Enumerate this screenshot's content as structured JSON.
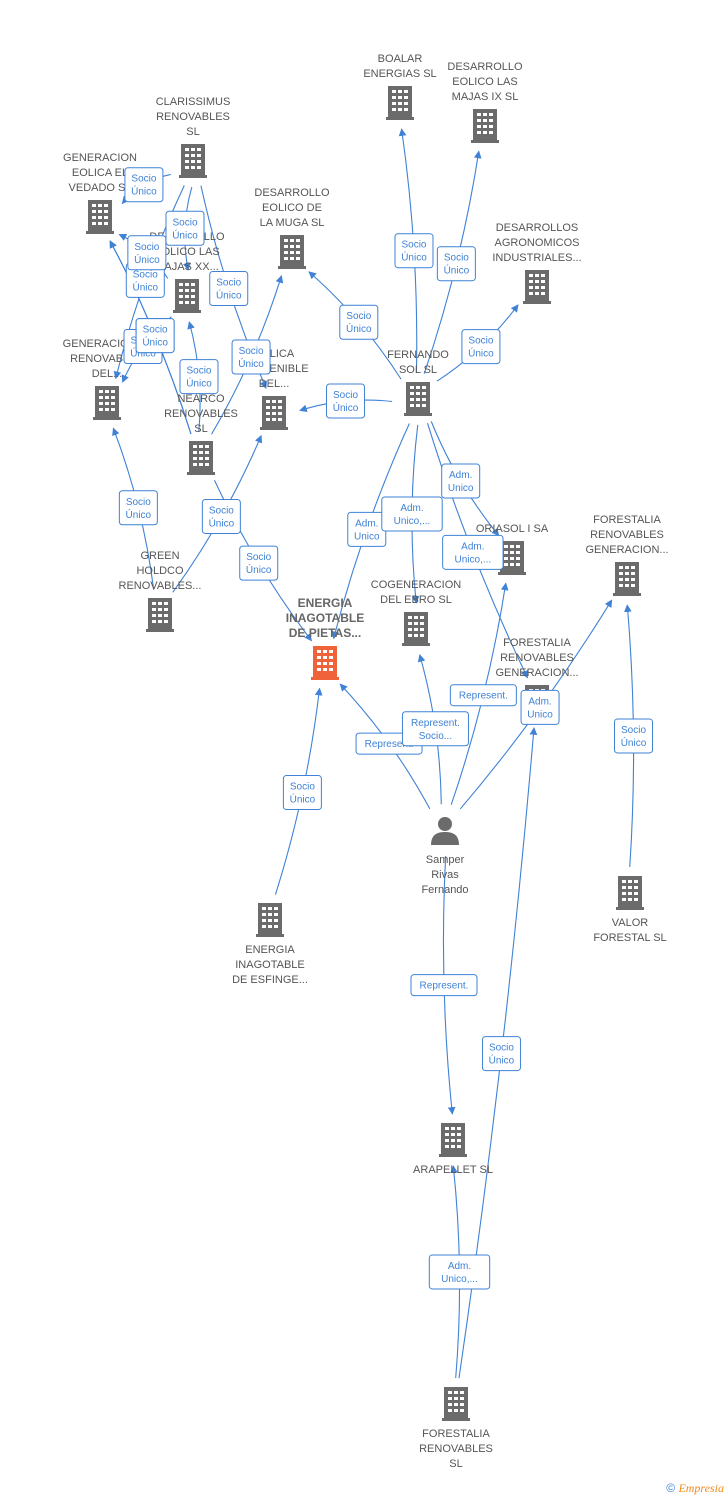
{
  "nodes": [
    {
      "id": "boalar",
      "label": [
        "BOALAR",
        "ENERGIAS  SL"
      ],
      "type": "company"
    },
    {
      "id": "majas",
      "label": [
        "DESARROLLO",
        "EOLICO LAS",
        "MAJAS IX  SL"
      ],
      "type": "company"
    },
    {
      "id": "clarissimus",
      "label": [
        "CLARISSIMUS",
        "RENOVABLES",
        "SL"
      ],
      "type": "company"
    },
    {
      "id": "vedado",
      "label": [
        "GENERACION",
        "EOLICA EL",
        "VEDADO SL"
      ],
      "type": "company"
    },
    {
      "id": "muga",
      "label": [
        "DESARROLLO",
        "EOLICO DE",
        "LA MUGA SL"
      ],
      "type": "company"
    },
    {
      "id": "agronomicos",
      "label": [
        "DESARROLLOS",
        "AGRONOMICOS",
        "INDUSTRIALES..."
      ],
      "type": "company"
    },
    {
      "id": "xx",
      "label": [
        "DESARROLLO",
        "EOLICO LAS",
        "MAJAS XX..."
      ],
      "type": "company"
    },
    {
      "id": "generaciones",
      "label": [
        "GENERACIONES",
        "RENOVABLES",
        "DEL..."
      ],
      "type": "company"
    },
    {
      "id": "eolica_sost",
      "label": [
        "EOLICA",
        "SOSTENIBLE",
        "DEL..."
      ],
      "type": "company"
    },
    {
      "id": "fernando",
      "label": [
        "FERNANDO",
        "SOL SL"
      ],
      "type": "company"
    },
    {
      "id": "nearco",
      "label": [
        "NEARCO",
        "RENOVABLES",
        "SL"
      ],
      "type": "company"
    },
    {
      "id": "green",
      "label": [
        "GREEN",
        "HOLDCO",
        "RENOVABLES..."
      ],
      "type": "company"
    },
    {
      "id": "energia_pietas",
      "label": [
        "ENERGIA",
        "INAGOTABLE",
        "DE PIETAS..."
      ],
      "type": "focus"
    },
    {
      "id": "cogeneracion",
      "label": [
        "COGENERACION",
        "DEL EBRO  SL"
      ],
      "type": "company"
    },
    {
      "id": "oriasol",
      "label": [
        "ORIASOL I SA"
      ],
      "type": "company"
    },
    {
      "id": "forestalia_gen1",
      "label": [
        "FORESTALIA",
        "RENOVABLES",
        "GENERACION..."
      ],
      "type": "company"
    },
    {
      "id": "forestalia_gen2",
      "label": [
        "FORESTALIA",
        "RENOVABLES",
        "GENERACION..."
      ],
      "type": "company"
    },
    {
      "id": "samper",
      "label": [
        "Samper",
        "Rivas",
        "Fernando"
      ],
      "type": "person"
    },
    {
      "id": "valor",
      "label": [
        "VALOR",
        "FORESTAL SL"
      ],
      "type": "company"
    },
    {
      "id": "esfinge",
      "label": [
        "ENERGIA",
        "INAGOTABLE",
        "DE ESFINGE..."
      ],
      "type": "company"
    },
    {
      "id": "arapellet",
      "label": [
        "ARAPELLET  SL"
      ],
      "type": "company"
    },
    {
      "id": "forestalia_sl",
      "label": [
        "FORESTALIA",
        "RENOVABLES",
        "SL"
      ],
      "type": "company"
    }
  ],
  "edges": [
    {
      "from": "fernando",
      "to": "boalar",
      "label": [
        "Socio",
        "Único"
      ]
    },
    {
      "from": "fernando",
      "to": "majas",
      "label": [
        "Socio",
        "Único"
      ]
    },
    {
      "from": "fernando",
      "to": "agronomicos",
      "label": [
        "Socio",
        "Único"
      ]
    },
    {
      "from": "fernando",
      "to": "muga",
      "label": [
        "Socio",
        "Único"
      ]
    },
    {
      "from": "fernando",
      "to": "eolica_sost",
      "label": [
        "Socio",
        "Único"
      ]
    },
    {
      "from": "fernando",
      "to": "energia_pietas",
      "label": [
        "Adm.",
        "Unico"
      ]
    },
    {
      "from": "fernando",
      "to": "cogeneracion",
      "label": [
        "Adm.",
        "Unico,..."
      ]
    },
    {
      "from": "fernando",
      "to": "oriasol",
      "label": [
        "Adm.",
        "Unico"
      ]
    },
    {
      "from": "fernando",
      "to": "forestalia_gen2",
      "label": [
        "Adm.",
        "Unico,..."
      ]
    },
    {
      "from": "clarissimus",
      "to": "vedado",
      "label": [
        "Socio",
        "Único"
      ]
    },
    {
      "from": "clarissimus",
      "to": "xx",
      "label": [
        "Socio",
        "Único"
      ]
    },
    {
      "from": "clarissimus",
      "to": "generaciones",
      "label": [
        "Socio",
        "Único"
      ]
    },
    {
      "from": "clarissimus",
      "to": "eolica_sost",
      "label": [
        "Socio",
        "Único"
      ]
    },
    {
      "from": "xx",
      "to": "vedado",
      "label": [
        "Socio",
        "Único"
      ]
    },
    {
      "from": "xx",
      "to": "generaciones",
      "label": [
        "Socio",
        "Único"
      ]
    },
    {
      "from": "nearco",
      "to": "muga",
      "label": [
        "Socio",
        "Único"
      ]
    },
    {
      "from": "nearco",
      "to": "xx",
      "label": [
        "Socio",
        "Único"
      ]
    },
    {
      "from": "nearco",
      "to": "vedado",
      "label": [
        "Socio",
        "Único"
      ]
    },
    {
      "from": "green",
      "to": "generaciones",
      "label": [
        "Socio",
        "Único"
      ]
    },
    {
      "from": "green",
      "to": "eolica_sost",
      "label": [
        "Socio",
        "Único"
      ]
    },
    {
      "from": "nearco",
      "to": "energia_pietas",
      "label": [
        "Socio",
        "Único"
      ]
    },
    {
      "from": "nearco",
      "to": "vedado",
      "label": [
        "Socio",
        "Único"
      ]
    },
    {
      "from": "esfinge",
      "to": "energia_pietas",
      "label": [
        "Socio",
        "Único"
      ]
    },
    {
      "from": "samper",
      "to": "energia_pietas",
      "label": [
        "Represent."
      ]
    },
    {
      "from": "samper",
      "to": "cogeneracion",
      "label": [
        "Represent.",
        "Socio..."
      ]
    },
    {
      "from": "samper",
      "to": "oriasol",
      "label": [
        "Represent."
      ]
    },
    {
      "from": "samper",
      "to": "forestalia_gen1",
      "label": [
        "Adm.",
        "Unico"
      ]
    },
    {
      "from": "samper",
      "to": "arapellet",
      "label": [
        "Represent."
      ]
    },
    {
      "from": "valor",
      "to": "forestalia_gen1",
      "label": [
        "Socio",
        "Único"
      ]
    },
    {
      "from": "forestalia_sl",
      "to": "arapellet",
      "label": [
        "Adm.",
        "Unico,..."
      ]
    },
    {
      "from": "forestalia_sl",
      "to": "forestalia_gen2",
      "label": [
        "Socio",
        "Único"
      ]
    }
  ],
  "colors": {
    "edge": "#3f82d6",
    "node": "#6b6b6b",
    "focus": "#f0623a",
    "label": "#555555"
  },
  "footer": {
    "copyright": "©",
    "brand": "Empresia"
  }
}
